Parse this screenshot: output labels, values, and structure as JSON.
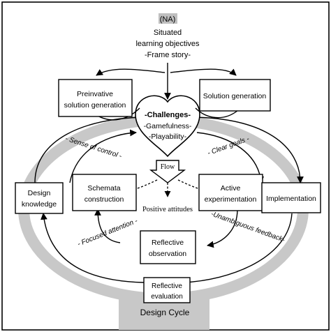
{
  "colors": {
    "ring": "#c8c8c8",
    "na_box": "#bfbfbf",
    "line": "#000000",
    "background": "#ffffff"
  },
  "top": {
    "na": "(NA)",
    "line1": "Situated",
    "line2": "learning objectives",
    "line3": "-Frame story-"
  },
  "heart": {
    "line1": "-Challenges-",
    "line2": "-Gamefulness-",
    "line3": "-Playability-"
  },
  "flow": "Flow",
  "positive": "Positive attitudes",
  "boxes": {
    "preinvative": [
      "Preinvative",
      "solution generation"
    ],
    "solution": [
      "Solution generation"
    ],
    "design_knowledge": [
      "Design",
      "knowledge"
    ],
    "schemata": [
      "Schemata",
      "construction"
    ],
    "active": [
      "Active",
      "experimentation"
    ],
    "implementation": [
      "Implementation"
    ],
    "reflective_observation": [
      "Reflective",
      "observation"
    ],
    "reflective_evaluation": [
      "Reflective",
      "evaluation"
    ]
  },
  "labels": {
    "sense_of_control": "- Sense of control -",
    "clear_goals": "- Clear goals -",
    "focused_attention": "- Focused attention -",
    "unambiguous_feedback": "-Unambiguous feedback-"
  },
  "design_cycle": "Design Cycle"
}
